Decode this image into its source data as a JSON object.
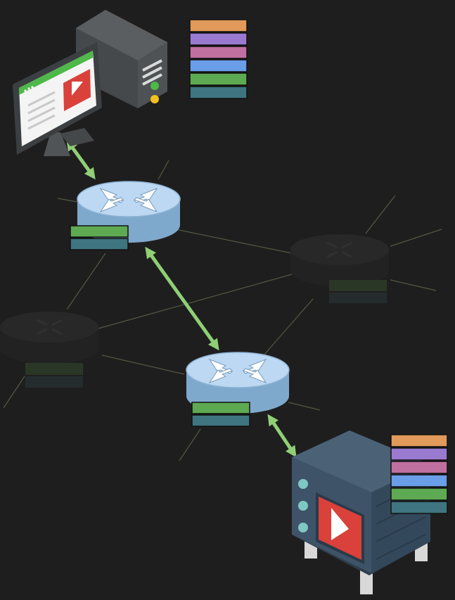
{
  "colors": {
    "background": "#1f1e1f",
    "link_line": "#5d6a4a",
    "arrow": "#8fcf75",
    "router_top": "#bcd8f2",
    "router_side": "#7fa9cc",
    "router_arrow": "#ffffff",
    "dim_router": "#262627",
    "layer_orange": "#e19a59",
    "layer_purple": "#9a7ad0",
    "layer_pink": "#c070a0",
    "layer_blue": "#6a9ee8",
    "layer_green": "#5eaa52",
    "layer_teal": "#3e7580",
    "server_body": "#3e5368",
    "server_dark": "#2d3d4d",
    "tower": "#4a4e50",
    "monitor_frame": "#3c3f42",
    "monitor_screen": "#f4f4f4",
    "play_red": "#d9413a"
  },
  "nodes": {
    "client": {
      "label": "",
      "icon": "desktop-computer",
      "protocol_layers": 6
    },
    "router_top": {
      "label": "",
      "icon": "router",
      "protocol_layers": 2
    },
    "router_mid": {
      "label": "",
      "icon": "router",
      "protocol_layers": 2
    },
    "router_dim_right": {
      "label": "",
      "icon": "router-dimmed",
      "protocol_layers": 2
    },
    "router_dim_left": {
      "label": "",
      "icon": "router-dimmed",
      "protocol_layers": 2
    },
    "server": {
      "label": "",
      "icon": "video-server",
      "protocol_layers": 6
    }
  },
  "host_stack": [
    "layer_orange",
    "layer_purple",
    "layer_pink",
    "layer_blue",
    "layer_green",
    "layer_teal"
  ],
  "router_stack": [
    "layer_green",
    "layer_teal"
  ]
}
